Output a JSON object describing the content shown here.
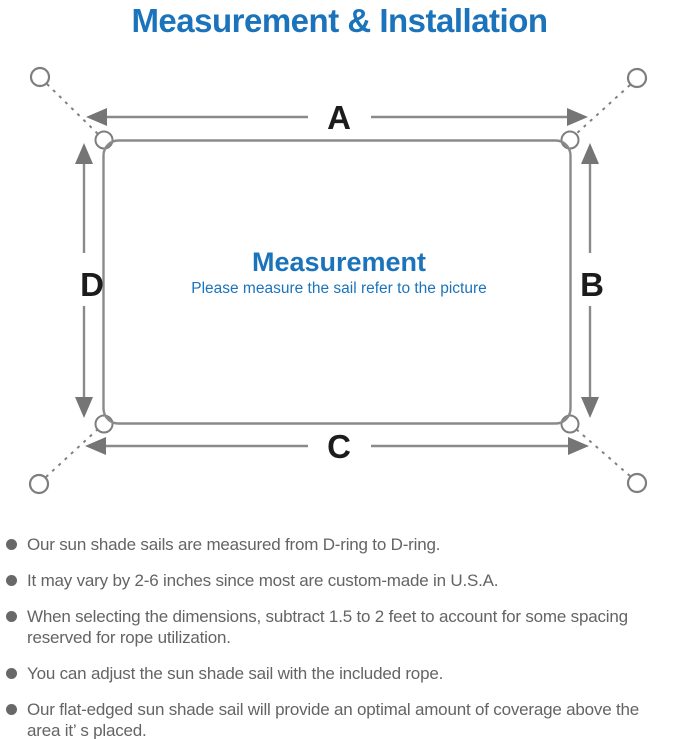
{
  "title": "Measurement & Installation",
  "diagram": {
    "labels": {
      "top": "A",
      "right": "B",
      "bottom": "C",
      "left": "D"
    },
    "center_heading": "Measurement",
    "center_caption": "Please measure the sail refer to the picture"
  },
  "notes": {
    "items": [
      "Our sun shade sails are measured from D-ring to D-ring.",
      "It may vary by 2-6 inches since most are custom-made in U.S.A.",
      "When selecting the dimensions, subtract 1.5 to 2 feet to account for some spacing reserved for rope utilization.",
      "You can adjust the sun shade sail with the included rope.",
      "Our flat-edged sun shade sail will provide an optimal amount of coverage above the area it’ s placed."
    ]
  },
  "colors": {
    "accent_blue": "#1b74bb",
    "label_black": "#1c1c1c",
    "note_gray": "#646464",
    "line_gray": "#8a8a8a"
  }
}
